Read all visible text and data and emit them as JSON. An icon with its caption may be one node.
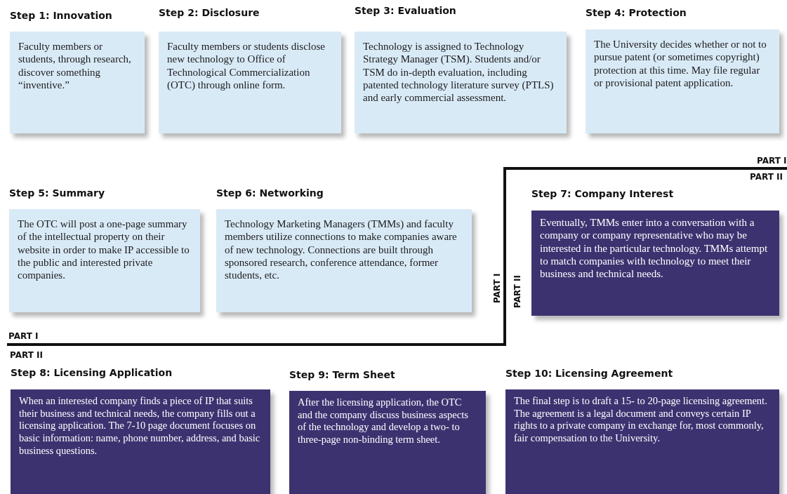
{
  "diagram": {
    "nodes": [
      {
        "text": [
          "Step 1: Innovation",
          "Faculty members or students, through research, discover something “inventive.”"
        ]
      },
      {
        "text": [
          "Step 2: Disclosure",
          "Faculty members or students disclose new technology to Office of Technological Commercialization (OTC) through online form."
        ]
      },
      {
        "text": [
          "Step 3: Evaluation",
          "Technology is assigned to Technology Strategy Manager (TSM). Students and/or TSM do in-depth evaluation, including patented technology literature survey (PTLS) and early commercial assessment."
        ]
      },
      {
        "text": [
          "Step 4: Protection",
          "The University decides whether or not to pursue patent (or sometimes copyright) protection at this time. May file regular or provisional patent application."
        ]
      },
      {
        "text": [
          "Step 5: Summary",
          "The OTC will post a one-page summary of the intellectual property on their website in order to make IP accessible to the public and interested private companies."
        ]
      },
      {
        "text": [
          "Step 6: Networking",
          "Technology Marketing Managers (TMMs) and faculty members utilize connections to make companies aware of new technology. Connections are built through sponsored research, conference attendance, former students, etc."
        ]
      },
      {
        "text": [
          "Step 7: Company Interest",
          "Eventually, TMMs enter into a conversation with a company or company representative who may be interested in the particular technology. TMMs attempt to match companies with technology to meet their business and technical needs."
        ]
      },
      {
        "text": [
          "Step 8: Licensing Application",
          "When an interested company finds a piece of IP that suits their business and technical needs, the company fills out a licensing application. The 7-10 page document focuses on basic information: name, phone number, address, and basic business questions."
        ]
      },
      {
        "text": [
          "Step 9: Term Sheet",
          "After the licensing application, the OTC and the company discuss business aspects of the technology and develop a two- to three-page non-binding term sheet."
        ]
      },
      {
        "text": [
          "Step 10: Licensing Agreement",
          "The final step is to draft a 15- to 20-page licensing agreement. The agreement is a legal document and conveys certain IP rights to a private company in exchange for, most commonly, fair compensation to the University."
        ]
      }
    ],
    "labels": [
      "PART I",
      "PART II",
      "PART I",
      "PART II",
      "PART I",
      "PART II"
    ]
  }
}
